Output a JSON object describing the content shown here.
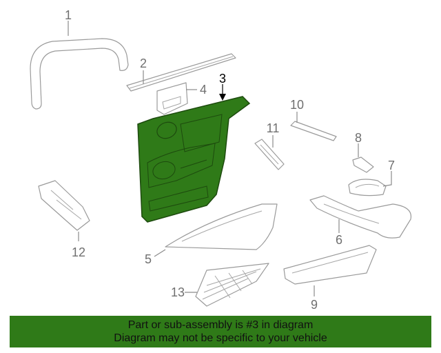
{
  "callouts": {
    "c1": "1",
    "c2": "2",
    "c3": "3",
    "c4": "4",
    "c5": "5",
    "c6": "6",
    "c7": "7",
    "c8": "8",
    "c9": "9",
    "c10": "10",
    "c11": "11",
    "c12": "12",
    "c13": "13"
  },
  "highlight_part": "3",
  "colors": {
    "highlight": "#2f7a18",
    "outline": "#9a9a9a",
    "banner": "#2f7a18"
  },
  "banner": {
    "line1": "Part or sub-assembly is #3 in diagram",
    "line2": "Diagram may not be specific to your vehicle"
  }
}
